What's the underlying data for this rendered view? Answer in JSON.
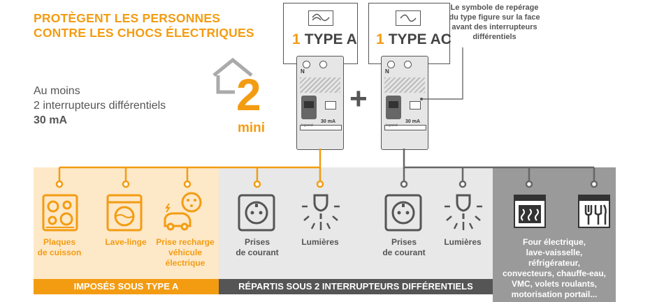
{
  "title": {
    "line1": "PROTÈGENT LES PERSONNES",
    "line2": "CONTRE LES CHOCS ÉLECTRIQUES"
  },
  "intro": {
    "line1": "Au moins",
    "line2": "2 interrupteurs différentiels",
    "line3": "30 mA"
  },
  "count": {
    "number": "2",
    "label": "mini"
  },
  "plus_sign": "+",
  "breaker_a": {
    "qty": "1",
    "type": "TYPE A",
    "n_label": "N",
    "rating": "30 mA",
    "brand": "legrand"
  },
  "breaker_ac": {
    "qty": "1",
    "type": "TYPE AC",
    "n_label": "N",
    "rating": "30 mA",
    "brand": "legrand"
  },
  "note": {
    "line1": "Le symbole de repérage",
    "line2": "du type figure sur la face",
    "line3": "avant des interrupteurs",
    "line4": "différentiels"
  },
  "items": {
    "cooktop": {
      "line1": "Plaques",
      "line2": "de cuisson"
    },
    "washer": {
      "line1": "Lave-linge"
    },
    "ev": {
      "line1": "Prise recharge",
      "line2": "véhicule",
      "line3": "électrique"
    },
    "outlets_a": {
      "line1": "Prises",
      "line2": "de courant"
    },
    "lights_a": {
      "line1": "Lumières"
    },
    "outlets_ac": {
      "line1": "Prises",
      "line2": "de courant"
    },
    "lights_ac": {
      "line1": "Lumières"
    },
    "others": {
      "line1": "Four électrique,",
      "line2": "lave-vaisselle,",
      "line3": "réfrigérateur,",
      "line4": "convecteurs, chauffe-eau,",
      "line5": "VMC, volets roulants,",
      "line6": "motorisation portail..."
    }
  },
  "bands": {
    "orange": "IMPOSÉS SOUS TYPE A",
    "grey": "RÉPARTIS SOUS 2 INTERRUPTEURS DIFFÉRENTIELS"
  },
  "colors": {
    "orange": "#f39c12",
    "orange_light": "#fde8c8",
    "grey_light": "#e8e8e8",
    "grey_band": "#555555",
    "grey_box": "#9a9a9a",
    "text": "#555555"
  }
}
